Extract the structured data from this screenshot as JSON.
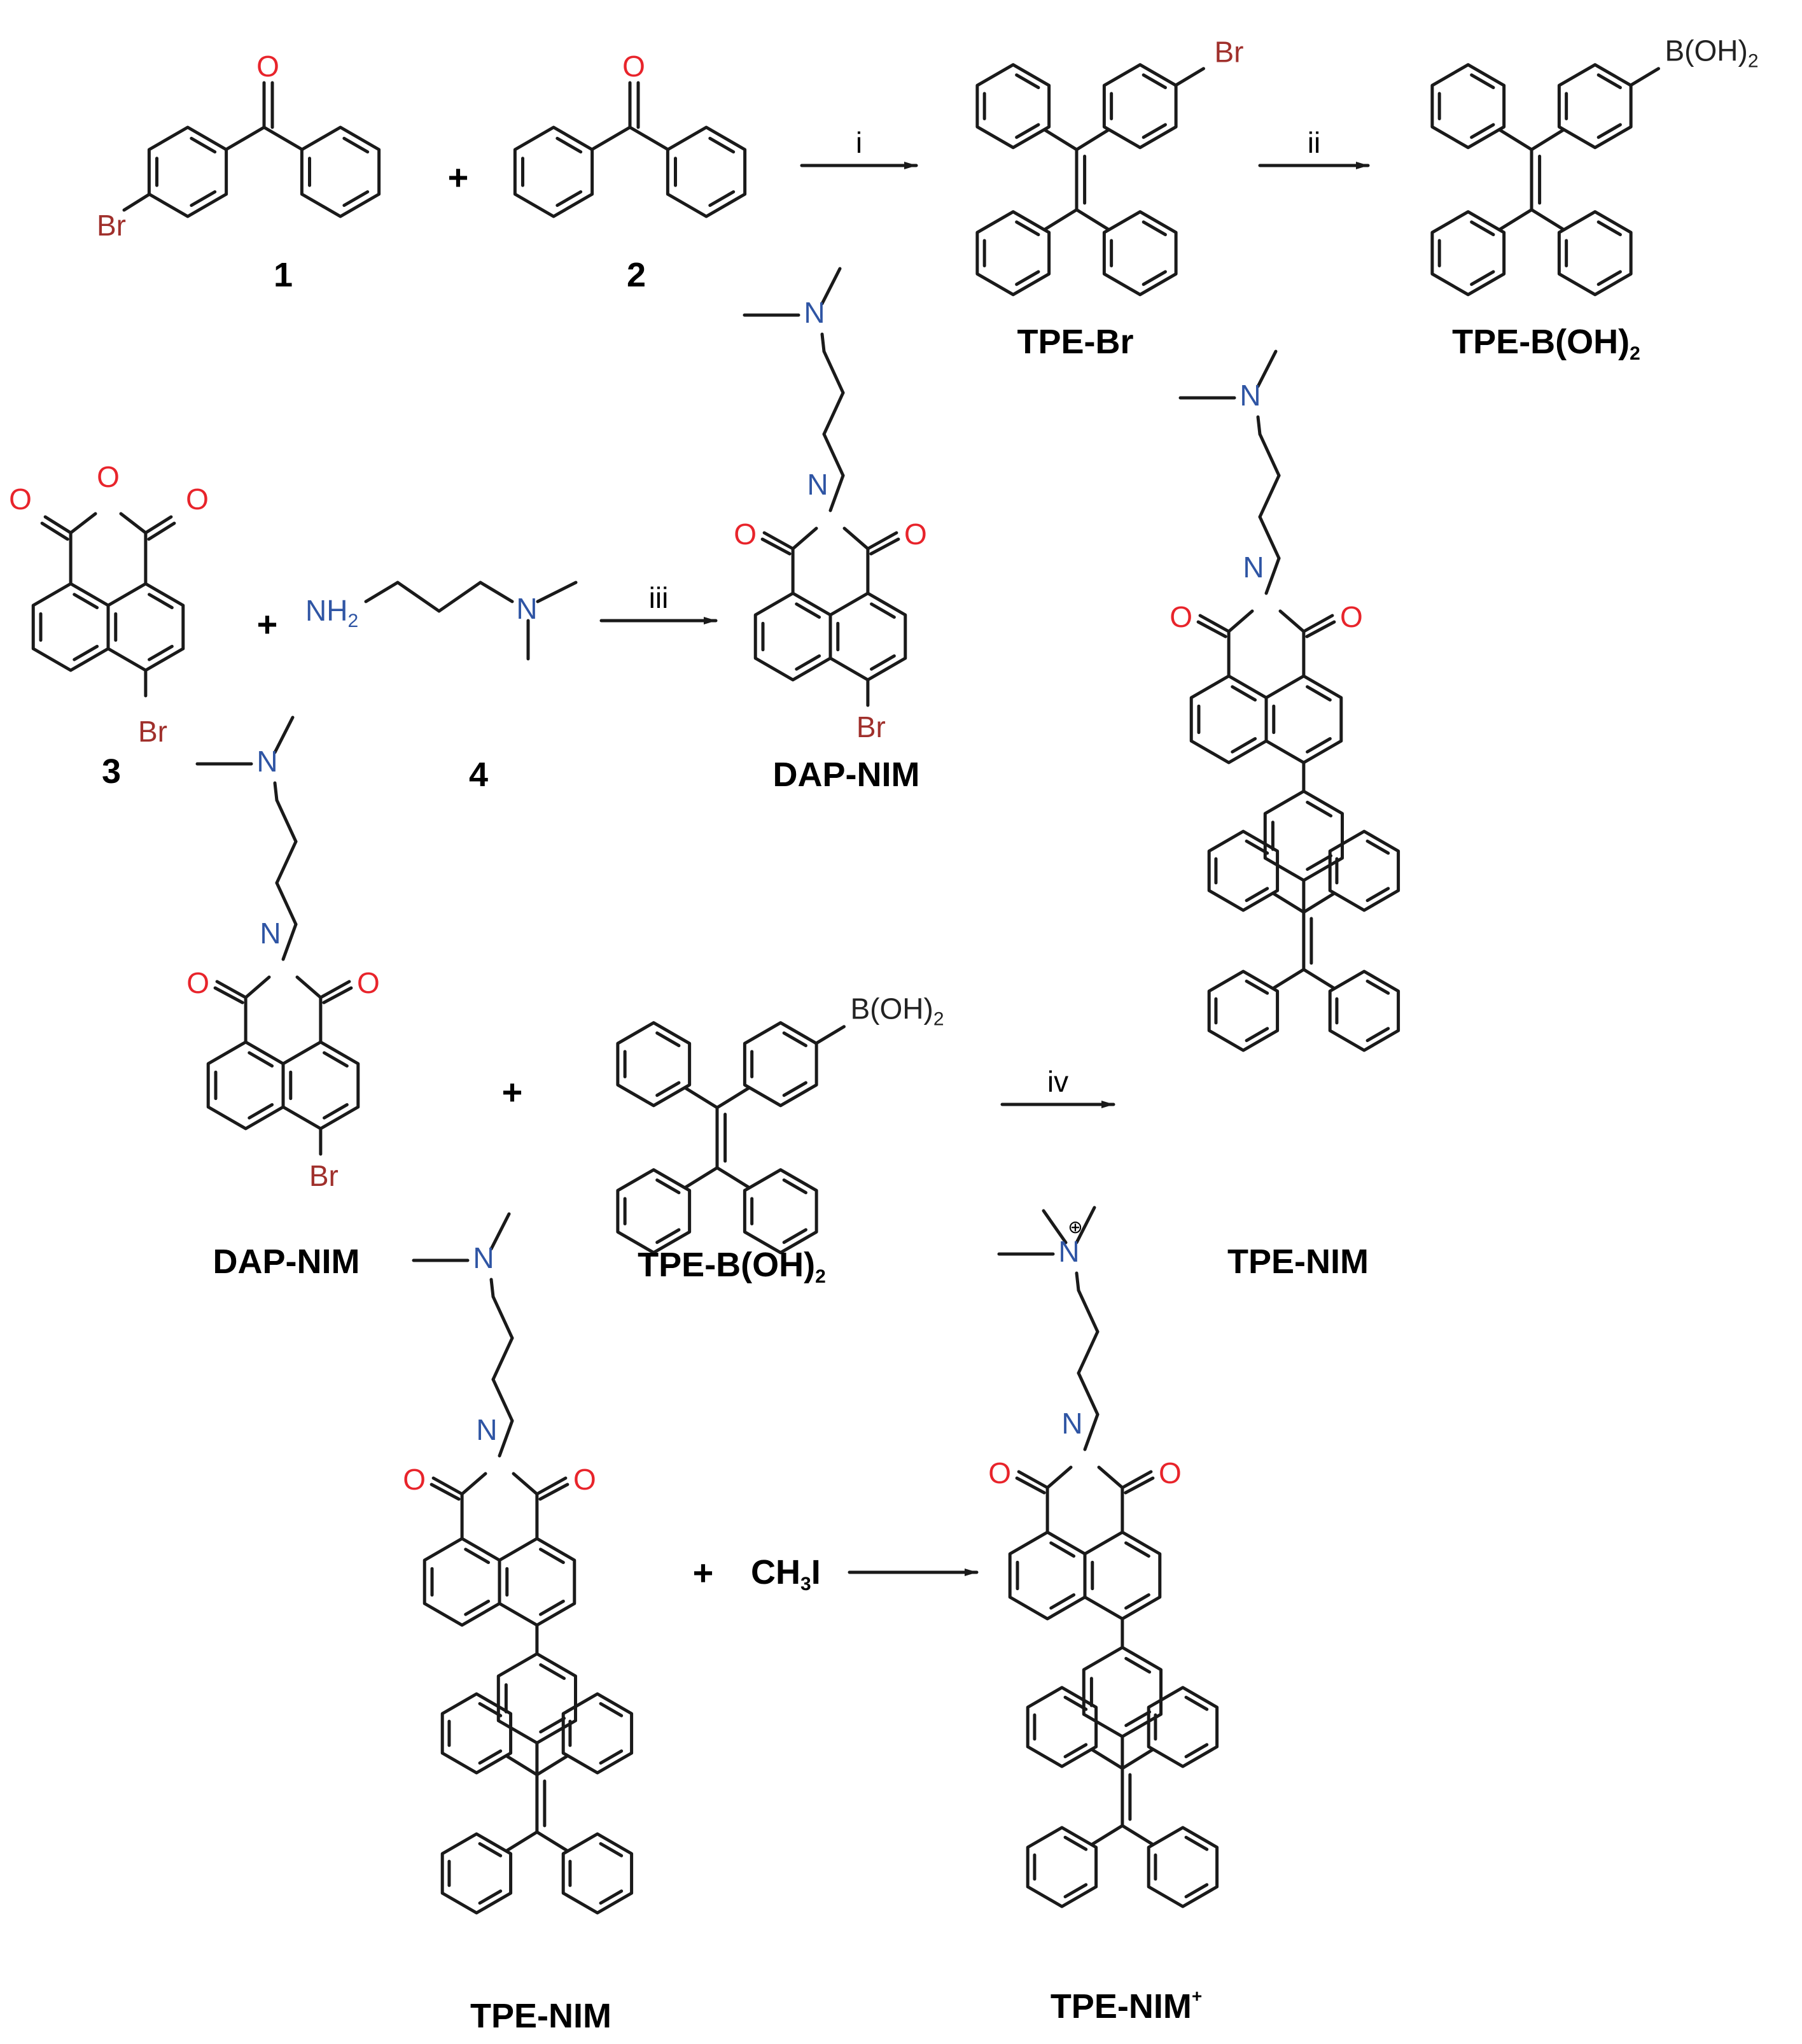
{
  "colors": {
    "bond": "#1a1a1a",
    "oxygen": "#e8242b",
    "nitrogen": "#2f55a4",
    "bromine": "#a0302c",
    "text": "#000000"
  },
  "atoms": {
    "oxygen": "O",
    "nitrogen": "N",
    "bromine": "Br",
    "amine": "NH",
    "amine_sub": "2",
    "boron": "B(OH)",
    "boron_sub": "2"
  },
  "labels": {
    "c1": "1",
    "c2": "2",
    "c3": "3",
    "c4": "4",
    "tpe_br": "TPE-Br",
    "tpe_boh_main": "TPE-B(OH)",
    "tpe_boh_sub": "2",
    "dap_nim": "DAP-NIM",
    "tpe_nim": "TPE-NIM",
    "tpe_nim_plus_main": "TPE-NIM",
    "tpe_nim_plus_sup": "+"
  },
  "reagents": {
    "i": "i",
    "ii": "ii",
    "iii": "iii",
    "iv": "iv",
    "methyl_iodide_a": "CH",
    "methyl_iodide_sub": "3",
    "methyl_iodide_b": "I"
  },
  "symbols": {
    "plus": "+",
    "cation": "⊕"
  }
}
